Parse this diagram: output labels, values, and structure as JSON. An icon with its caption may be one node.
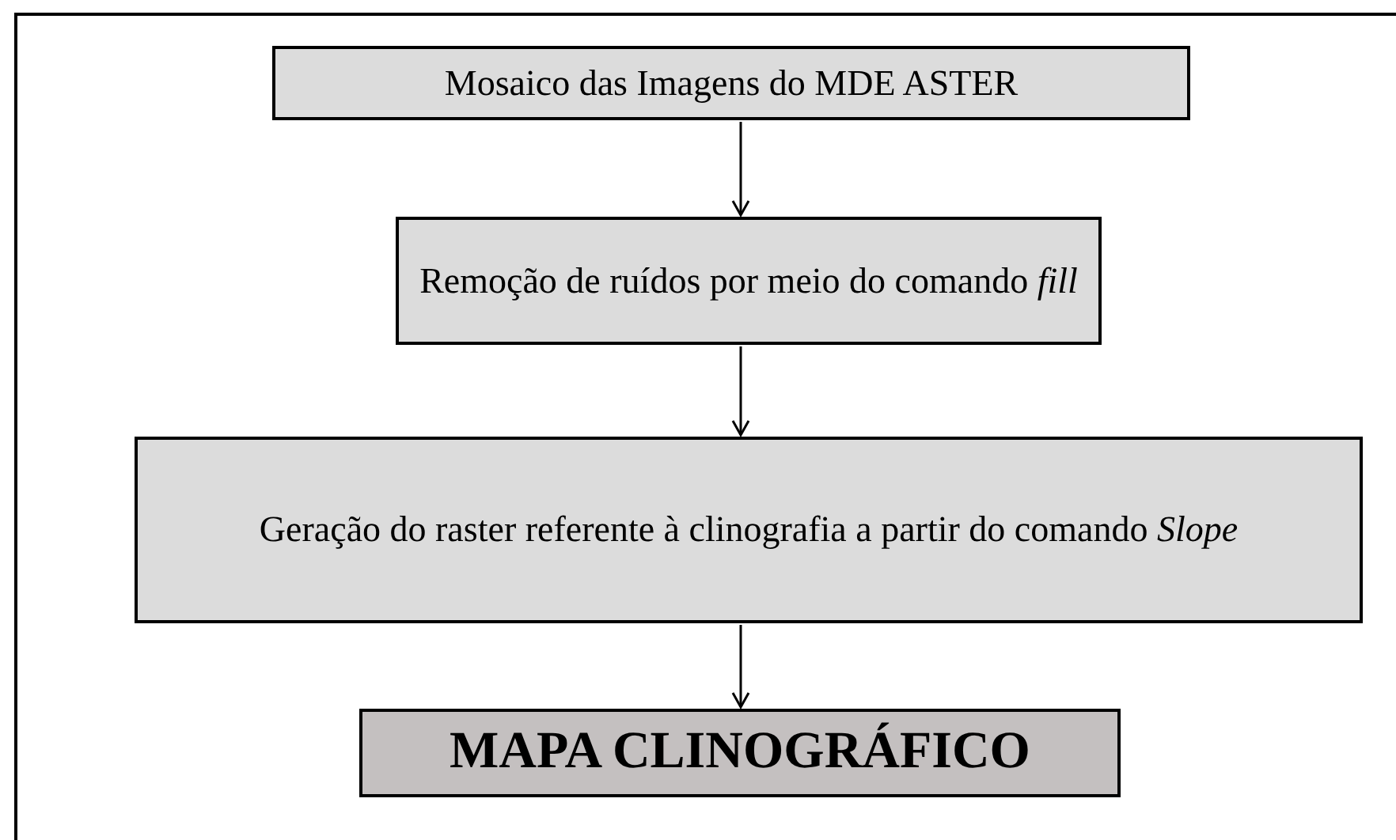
{
  "diagram": {
    "nodes": [
      {
        "text": [
          "Mosaico das Imagens do MDE ASTER"
        ]
      },
      {
        "text": [
          "Remoção de ruídos por meio do comando *fill*"
        ]
      },
      {
        "text": [
          "Geração do raster referente à clinografia a partir do comando *Slope*"
        ]
      },
      {
        "text": [
          "MAPA CLINOGRÁFICO"
        ]
      }
    ],
    "edges": [
      {
        "from": 0,
        "to": 1,
        "arrow": "to"
      },
      {
        "from": 1,
        "to": 2,
        "arrow": "to"
      },
      {
        "from": 2,
        "to": 3,
        "arrow": "to"
      }
    ]
  }
}
